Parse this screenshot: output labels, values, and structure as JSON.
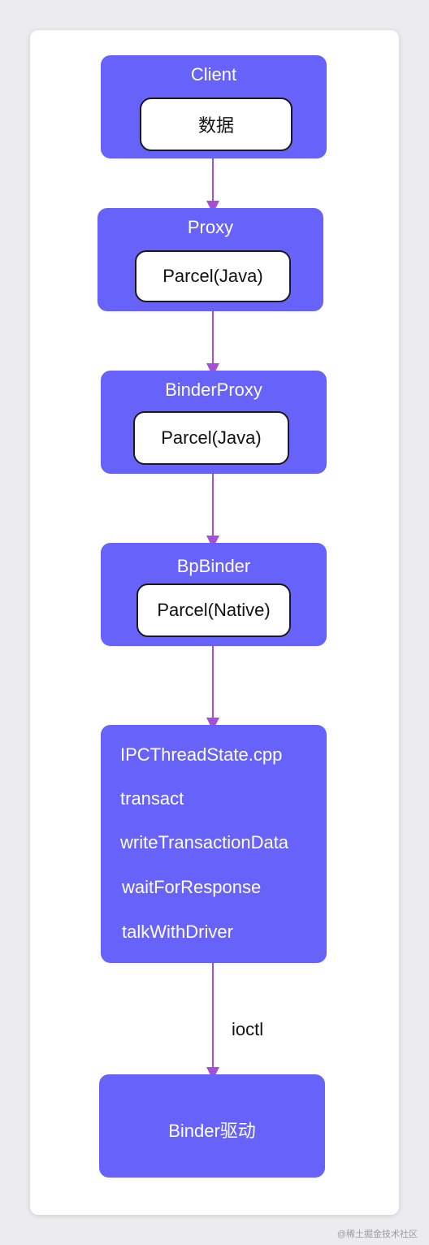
{
  "nodes": {
    "client": {
      "title": "Client",
      "inner": "数据"
    },
    "proxy": {
      "title": "Proxy",
      "inner": "Parcel(Java)"
    },
    "binder_proxy": {
      "title": "BinderProxy",
      "inner": "Parcel(Java)"
    },
    "bp_binder": {
      "title": "BpBinder",
      "inner": "Parcel(Native)"
    },
    "ipc": {
      "lines": [
        "IPCThreadState.cpp",
        "transact",
        "writeTransactionData",
        "waitForResponse",
        "talkWithDriver"
      ]
    },
    "driver": {
      "title": "Binder驱动"
    }
  },
  "edges": {
    "ioctl_label": "ioctl"
  },
  "colors": {
    "node": "#6762f9",
    "arrow": "#a64fd6",
    "inner_bg": "#ffffff"
  },
  "watermark": "@稀土掘金技术社区"
}
